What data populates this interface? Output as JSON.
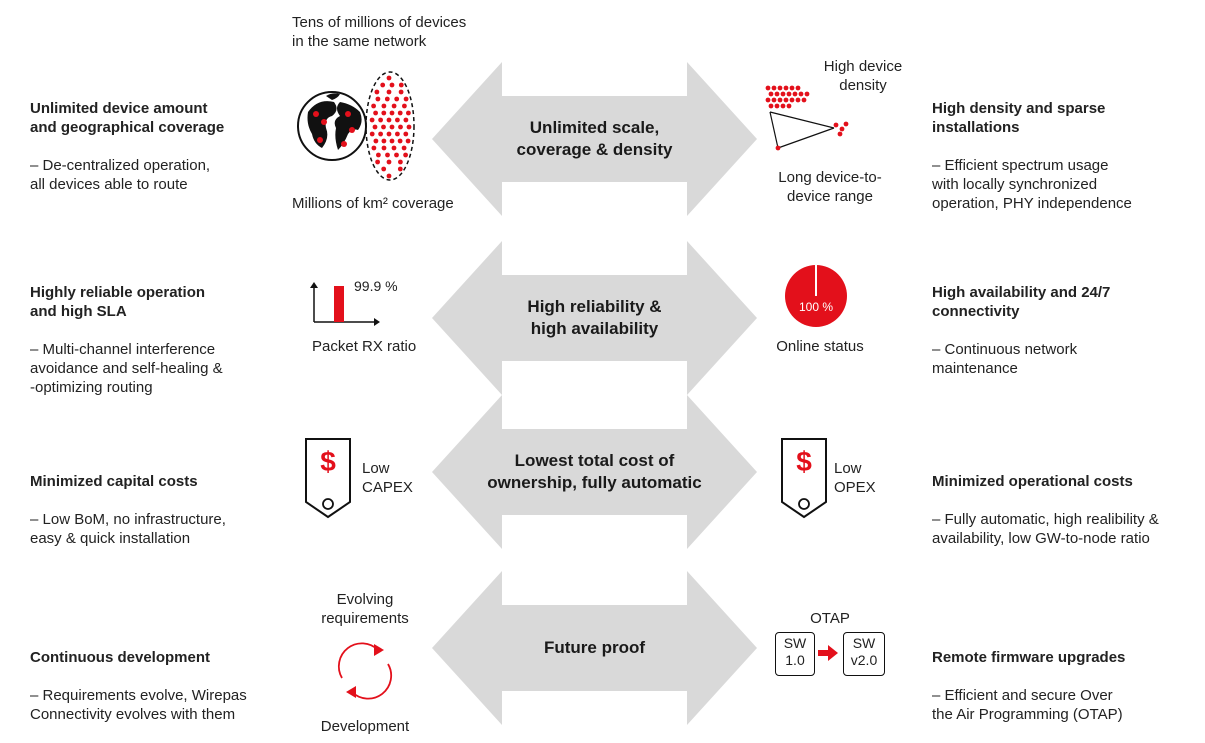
{
  "rows": [
    {
      "left": {
        "title": "Unlimited device amount\nand geographical coverage",
        "desc": "– De-centralized operation,\nall devices able to route"
      },
      "center": "Unlimited scale,\ncoverage & density",
      "right": {
        "title": "High density and sparse\ninstallations",
        "desc": "– Efficient spectrum usage\nwith locally synchronized\noperation, PHY independence"
      },
      "icon_left_top": "Tens of millions of devices\nin the same network",
      "icon_left_bottom": "Millions of km² coverage",
      "icon_right_top": "High device\ndensity",
      "icon_right_bottom": "Long device-to-\ndevice range"
    },
    {
      "left": {
        "title": "Highly reliable operation\nand high SLA",
        "desc": "– Multi-channel interference\navoidance and self-healing &\n-optimizing routing"
      },
      "center": "High reliability &\nhigh availability",
      "right": {
        "title": "High availability and 24/7\nconnectivity",
        "desc": "– Continuous network\nmaintenance"
      },
      "bar_value": "99.9 %",
      "bar_label": "Packet RX ratio",
      "pie_value": "100 %",
      "pie_label": "Online status"
    },
    {
      "left": {
        "title": "Minimized capital costs",
        "desc": "– Low BoM, no infrastructure,\neasy & quick installation"
      },
      "center": "Lowest total cost of\nownership, fully automatic",
      "right": {
        "title": "Minimized operational costs",
        "desc": "– Fully automatic, high realibility &\navailability, low GW-to-node ratio"
      },
      "tag_symbol": "$",
      "tag_left_label": "Low\nCAPEX",
      "tag_right_label": "Low\nOPEX"
    },
    {
      "left": {
        "title": "Continuous development",
        "desc": "– Requirements evolve, Wirepas\nConnectivity evolves with them"
      },
      "center": "Future proof",
      "right": {
        "title": "Remote firmware upgrades",
        "desc": "– Efficient and secure Over\nthe Air Programming (OTAP)"
      },
      "cycle_top": "Evolving\nrequirements",
      "cycle_bottom": "Development",
      "otap_label": "OTAP",
      "sw_old": "SW\n1.0",
      "sw_new": "SW\nv2.0"
    }
  ],
  "colors": {
    "accent": "#e3101b",
    "arrow": "#d9d9d9",
    "text": "#222222"
  }
}
